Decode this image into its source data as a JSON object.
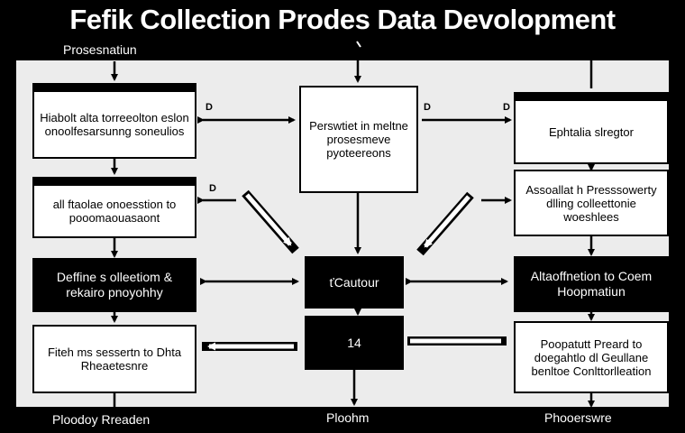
{
  "title": "Fefik Collection Prodes Data Devolopment",
  "labels": {
    "top_left": "Prosesnatiun",
    "bottom_left": "Ploodoy Rreaden",
    "bottom_center": "Ploohm",
    "bottom_right": "Phooerswre"
  },
  "boxes": {
    "l1": "Hiabolt alta torreeolton eslon onoolfesarsunng soneulios",
    "l2": "all ftaolae onoesstion to pooomaouasaont",
    "l3": "Deffine s olleetiom & rekairo pnoyohhy",
    "l4": "Fiteh ms sessertn to Dhta Rheaetesnre",
    "c1": "Perswtiet in meltne prosesmeve pyoteereons",
    "c2": "ťCautour",
    "c3": "14",
    "r1": "Ephtalia slregtor",
    "r2": "Assoallat h Presssowerty dlling colleettonie woeshlees",
    "r3": "Altaoffnetion to Coem Hoopmatiun",
    "r4": "Poopatutt Preard to doegahtlo dl Geullane benltoe Conlttorlleation"
  },
  "tags": {
    "a": "D",
    "b": "D",
    "c": "D",
    "d": "D"
  },
  "colors": {
    "background": "#000000",
    "panel": "#ececec",
    "box": "#ffffff",
    "ink": "#000000"
  }
}
